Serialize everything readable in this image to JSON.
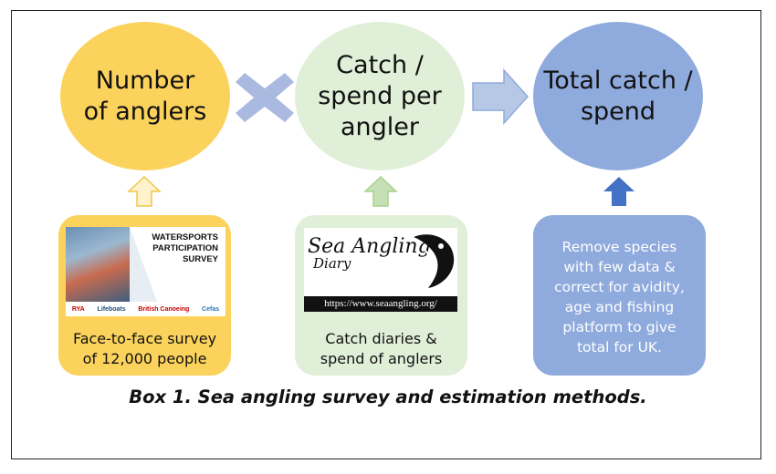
{
  "nodes": {
    "anglers": "Number\nof anglers",
    "per_angler": "Catch /\nspend per\nangler",
    "total": "Total catch /\nspend"
  },
  "boxes": {
    "survey": {
      "badge_title": "WATERSPORTS\nPARTICIPATION\nSURVEY",
      "logos": [
        "RYA",
        "Lifeboats",
        "British Canoeing",
        "Cefas"
      ],
      "text": "Face-to-face survey\nof 12,000 people"
    },
    "diary": {
      "logo_title": "Sea Angling",
      "logo_sub": "Diary",
      "url": "https://www.seaangling.org/",
      "text": "Catch diaries &\nspend of anglers"
    },
    "estimate": {
      "text": "Remove species\nwith few data &\ncorrect for avidity,\nage and fishing\nplatform to give\ntotal for UK."
    }
  },
  "caption": "Box 1. Sea angling survey and estimation methods.",
  "colors": {
    "yellow": "#fbd35c",
    "green": "#e0efd8",
    "blue": "#8faadc",
    "multiply": "#aab9e0",
    "arrow_dark_blue": "#4472c4"
  },
  "icons": {
    "operator_1": "multiply-cross-icon",
    "operator_2": "right-arrow-icon"
  }
}
